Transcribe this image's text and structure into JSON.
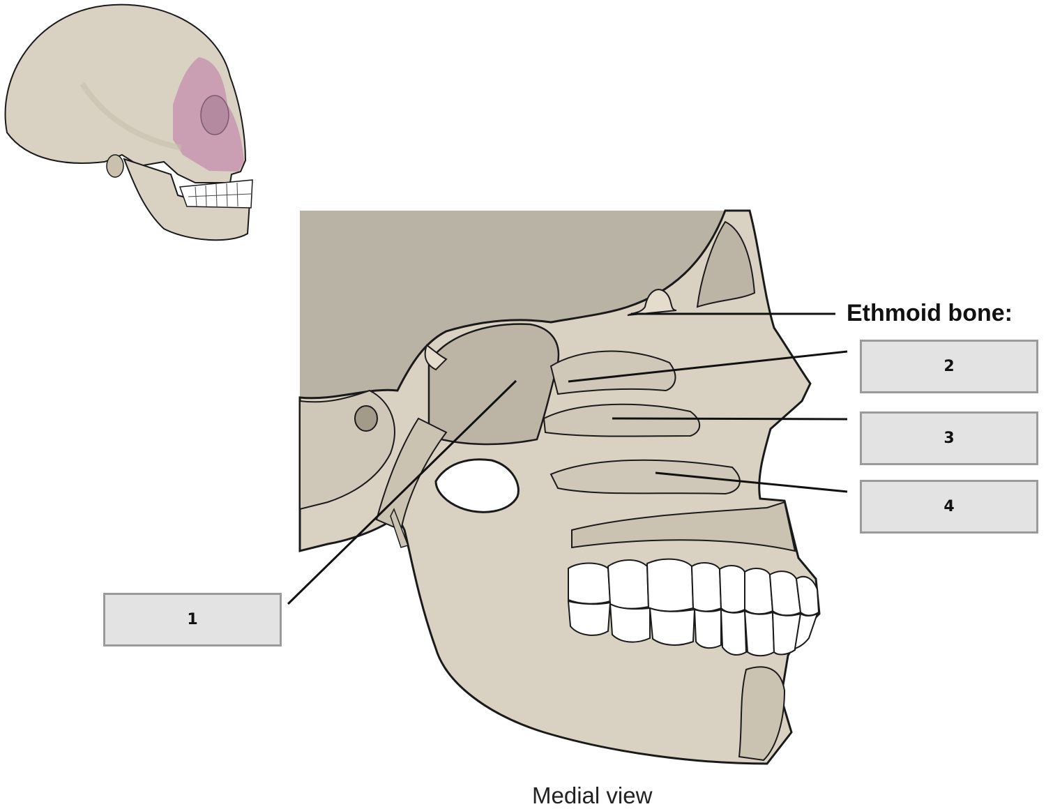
{
  "heading": "Ethmoid bone:",
  "caption": "Medial view",
  "labels": [
    {
      "id": "1",
      "text": "1"
    },
    {
      "id": "2",
      "text": "2"
    },
    {
      "id": "3",
      "text": "3"
    },
    {
      "id": "4",
      "text": "4"
    }
  ],
  "colors": {
    "bone": "#d9d2c2",
    "bone_dark": "#a39b8a",
    "cranial_cavity": "#b9b3a5",
    "highlight": "#c795b0",
    "teeth": "#ffffff",
    "outline": "#1a1a1a",
    "label_fill": "#e3e3e3",
    "label_border": "#9a9a9a"
  }
}
